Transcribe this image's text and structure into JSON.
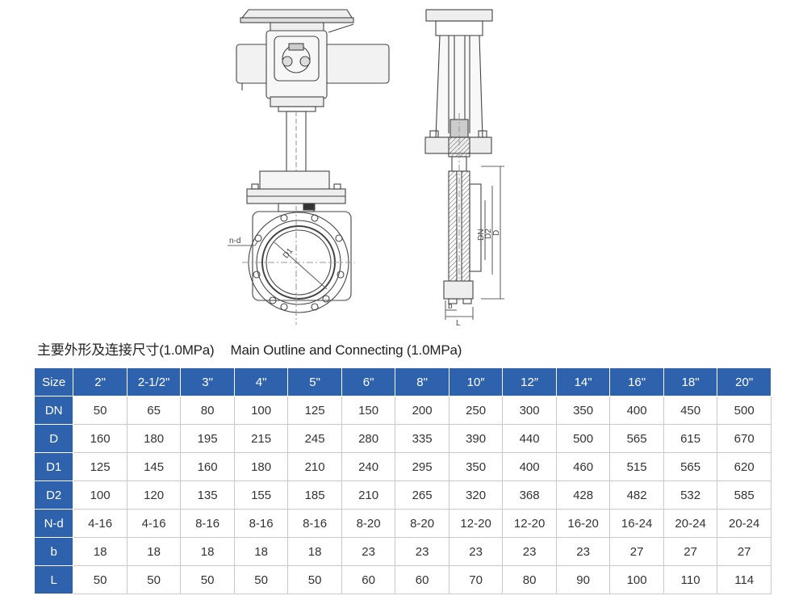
{
  "drawing": {
    "labels": {
      "nd": "n-d",
      "d1": "D1",
      "dn": "DN",
      "d2": "D2",
      "d": "D",
      "b": "b",
      "l": "L"
    }
  },
  "caption": {
    "zh": "主要外形及连接尺寸(1.0MPa)",
    "en": "Main Outline and Connecting (1.0MPa)"
  },
  "table": {
    "rows": [
      {
        "label": "Size",
        "cells": [
          "2\"",
          "2-1/2\"",
          "3\"",
          "4\"",
          "5\"",
          "6\"",
          "8\"",
          "10″",
          "12″",
          "14\"",
          "16\"",
          "18\"",
          "20\""
        ]
      },
      {
        "label": "DN",
        "cells": [
          "50",
          "65",
          "80",
          "100",
          "125",
          "150",
          "200",
          "250",
          "300",
          "350",
          "400",
          "450",
          "500"
        ]
      },
      {
        "label": "D",
        "cells": [
          "160",
          "180",
          "195",
          "215",
          "245",
          "280",
          "335",
          "390",
          "440",
          "500",
          "565",
          "615",
          "670"
        ]
      },
      {
        "label": "D1",
        "cells": [
          "125",
          "145",
          "160",
          "180",
          "210",
          "240",
          "295",
          "350",
          "400",
          "460",
          "515",
          "565",
          "620"
        ]
      },
      {
        "label": "D2",
        "cells": [
          "100",
          "120",
          "135",
          "155",
          "185",
          "210",
          "265",
          "320",
          "368",
          "428",
          "482",
          "532",
          "585"
        ]
      },
      {
        "label": "N-d",
        "cells": [
          "4-16",
          "4-16",
          "8-16",
          "8-16",
          "8-16",
          "8-20",
          "8-20",
          "12-20",
          "12-20",
          "16-20",
          "16-24",
          "20-24",
          "20-24"
        ]
      },
      {
        "label": "b",
        "cells": [
          "18",
          "18",
          "18",
          "18",
          "18",
          "23",
          "23",
          "23",
          "23",
          "23",
          "27",
          "27",
          "27"
        ]
      },
      {
        "label": "L",
        "cells": [
          "50",
          "50",
          "50",
          "50",
          "50",
          "60",
          "60",
          "70",
          "80",
          "90",
          "100",
          "110",
          "114"
        ]
      }
    ]
  }
}
